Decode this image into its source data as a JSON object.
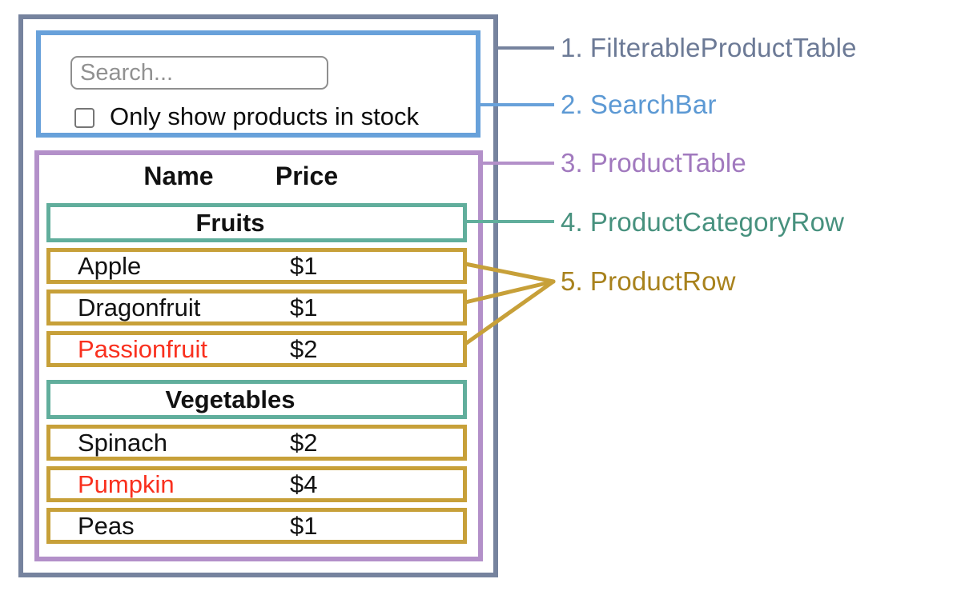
{
  "palette": {
    "filterable_product_table_border": "#76839e",
    "search_bar_border": "#68a1da",
    "product_table_border": "#b390c9",
    "product_category_row_border": "#61ae9c",
    "product_row_border": "#c7a039",
    "out_of_stock_text": "#f9301e",
    "input_border": "#8f8f8f",
    "placeholder_text": "#919191"
  },
  "search_bar": {
    "input_placeholder": "Search...",
    "input_value": "",
    "checkbox_label": "Only show products in stock",
    "checkbox_checked": false
  },
  "product_table": {
    "headers": [
      "Name",
      "Price"
    ],
    "sections": [
      {
        "category": "Fruits",
        "rows": [
          {
            "name": "Apple",
            "price": "$1",
            "out_of_stock": false
          },
          {
            "name": "Dragonfruit",
            "price": "$1",
            "out_of_stock": false
          },
          {
            "name": "Passionfruit",
            "price": "$2",
            "out_of_stock": true
          }
        ]
      },
      {
        "category": "Vegetables",
        "rows": [
          {
            "name": "Spinach",
            "price": "$2",
            "out_of_stock": false
          },
          {
            "name": "Pumpkin",
            "price": "$4",
            "out_of_stock": true
          },
          {
            "name": "Peas",
            "price": "$1",
            "out_of_stock": false
          }
        ]
      }
    ]
  },
  "legend": {
    "items": [
      {
        "number": "1.",
        "name": "FilterableProductTable"
      },
      {
        "number": "2.",
        "name": "SearchBar"
      },
      {
        "number": "3.",
        "name": "ProductTable"
      },
      {
        "number": "4.",
        "name": "ProductCategoryRow"
      },
      {
        "number": "5.",
        "name": "ProductRow"
      }
    ]
  }
}
